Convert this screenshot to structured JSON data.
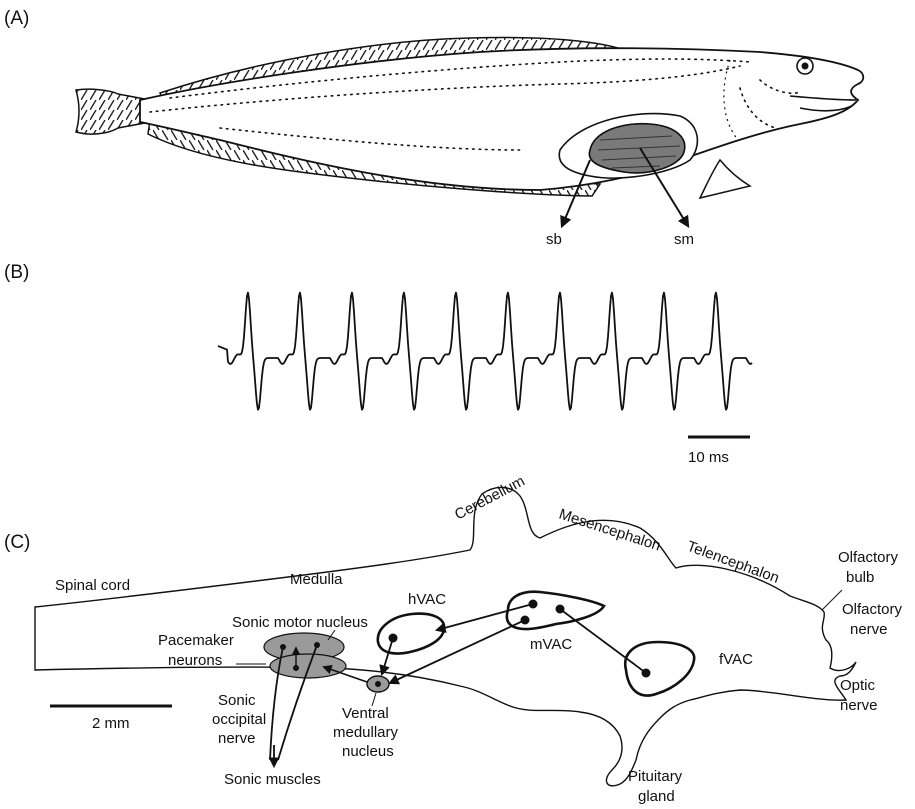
{
  "panel_a": {
    "label": "(A)",
    "sb_label": "sb",
    "sm_label": "sm"
  },
  "panel_b": {
    "label": "(B)",
    "scale_label": "10 ms"
  },
  "panel_c": {
    "label": "(C)",
    "scale_label": "2 mm",
    "regions": {
      "cerebellum": "Cerebellum",
      "mesencephalon": "Mesencephalon",
      "telencephalon": "Telencephalon",
      "spinal_cord": "Spinal cord",
      "medulla": "Medulla",
      "olfactory_bulb_1": "Olfactory",
      "olfactory_bulb_2": "bulb",
      "olfactory_nerve_1": "Olfactory",
      "olfactory_nerve_2": "nerve",
      "optic_nerve_1": "Optic",
      "optic_nerve_2": "nerve",
      "pituitary_1": "Pituitary",
      "pituitary_2": "gland"
    },
    "nuclei": {
      "sonic_motor": "Sonic motor nucleus",
      "pacemaker_1": "Pacemaker",
      "pacemaker_2": "neurons",
      "hvac": "hVAC",
      "mvac": "mVAC",
      "fvac": "fVAC",
      "ventral_1": "Ventral",
      "ventral_2": "medullary",
      "ventral_3": "nucleus",
      "sonic_occipital_1": "Sonic",
      "sonic_occipital_2": "occipital",
      "sonic_occipital_3": "nerve",
      "sonic_muscles": "Sonic muscles"
    }
  }
}
